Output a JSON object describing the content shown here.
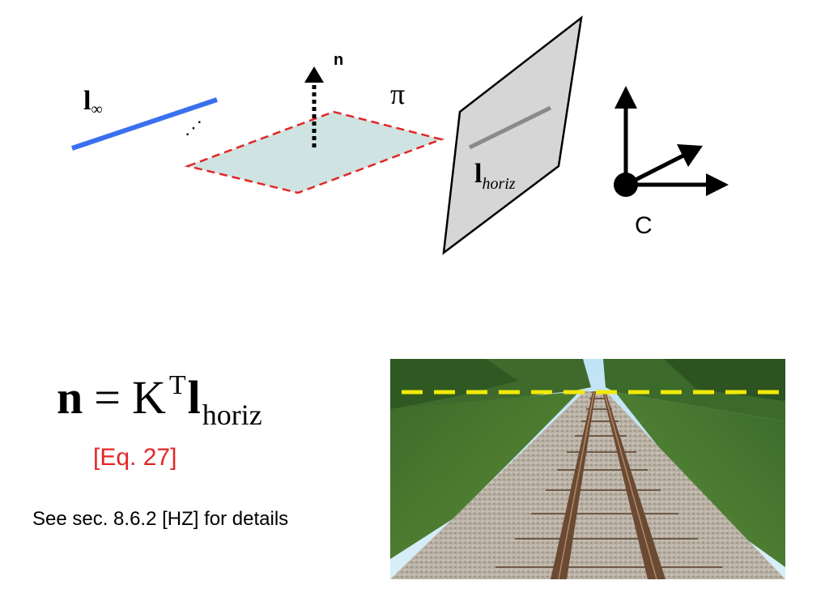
{
  "diagram": {
    "labels": {
      "l_infinity_main": "l",
      "l_infinity_sub": "∞",
      "ellipsis": "⋰",
      "normal": "n",
      "plane": "π",
      "l_horiz_main": "l",
      "l_horiz_sub": "horiz",
      "camera_center": "C"
    },
    "colors": {
      "line_at_infinity": "#3a6ff0",
      "plane_fill": "#cfe3e2",
      "plane_outline": "#e32626",
      "image_plane_fill": "#d6d6d6",
      "horizon_in_image": "#8a8a8a",
      "equation_ref": "#e32626",
      "horizon_dashes": "#f2ea06"
    }
  },
  "equation": {
    "lhs": "n",
    "equals": "=",
    "k": "K",
    "sup": "T",
    "l": "l",
    "sub": "horiz",
    "ref": "[Eq. 27]"
  },
  "note": "See sec. 8.6.2 [HZ] for details",
  "photo": {
    "subject": "railway-tracks-photo"
  }
}
